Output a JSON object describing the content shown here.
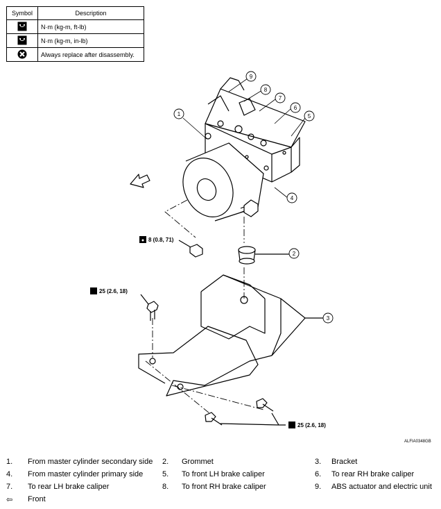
{
  "legend": {
    "header_symbol": "Symbol",
    "header_description": "Description",
    "rows": [
      {
        "icon": "torque-wrench-ft-lb-icon",
        "description": "N·m (kg-m, ft-lb)"
      },
      {
        "icon": "torque-wrench-in-lb-icon",
        "description": "N·m (kg-m, in-lb)"
      },
      {
        "icon": "always-replace-icon",
        "description": "Always replace after disassembly."
      }
    ]
  },
  "diagram": {
    "callouts": [
      "1",
      "2",
      "3",
      "4",
      "5",
      "6",
      "7",
      "8",
      "9"
    ],
    "torque_labels": {
      "nut_upper": "8 (0.8, 71)",
      "bolt_left": "25 (2.6, 18)",
      "bolt_lower": "25 (2.6, 18)"
    },
    "figure_id": "ALFIA0348GB"
  },
  "parts": [
    {
      "num": "1.",
      "text": "From master cylinder secondary side"
    },
    {
      "num": "2.",
      "text": "Grommet"
    },
    {
      "num": "3.",
      "text": "Bracket"
    },
    {
      "num": "4.",
      "text": "From master cylinder primary side"
    },
    {
      "num": "5.",
      "text": "To front LH brake caliper"
    },
    {
      "num": "6.",
      "text": "To rear RH brake caliper"
    },
    {
      "num": "7.",
      "text": "To rear LH brake caliper"
    },
    {
      "num": "8.",
      "text": "To front RH brake caliper"
    },
    {
      "num": "9.",
      "text": "ABS actuator and electric unit"
    },
    {
      "num": "⇦",
      "text": "Front"
    }
  ]
}
